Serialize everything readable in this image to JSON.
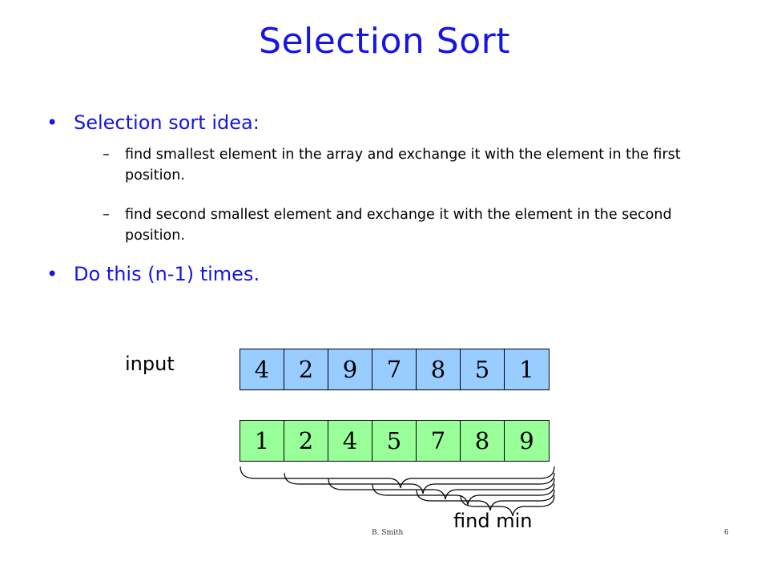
{
  "title": "Selection Sort",
  "bullets": [
    {
      "text": "Selection sort idea:",
      "subitems": [
        "find smallest element in the array and exchange it with the element in the first position.",
        "find second smallest element and exchange it with the element in the second position."
      ]
    },
    {
      "text": "Do this (n-1) times.",
      "subitems": []
    }
  ],
  "bullet_glyph": "•",
  "dash_glyph": "–",
  "diagram": {
    "input_label": "input",
    "input_values": [
      "4",
      "2",
      "9",
      "7",
      "8",
      "5",
      "1"
    ],
    "output_values": [
      "1",
      "2",
      "4",
      "5",
      "7",
      "8",
      "9"
    ],
    "find_min_label": "find min",
    "input_color": "#99ccff",
    "output_color": "#99ff99"
  },
  "footer": {
    "author": "B. Smith",
    "page": "6"
  },
  "colors": {
    "title": "#1515e6",
    "bullet": "#1515e6"
  }
}
